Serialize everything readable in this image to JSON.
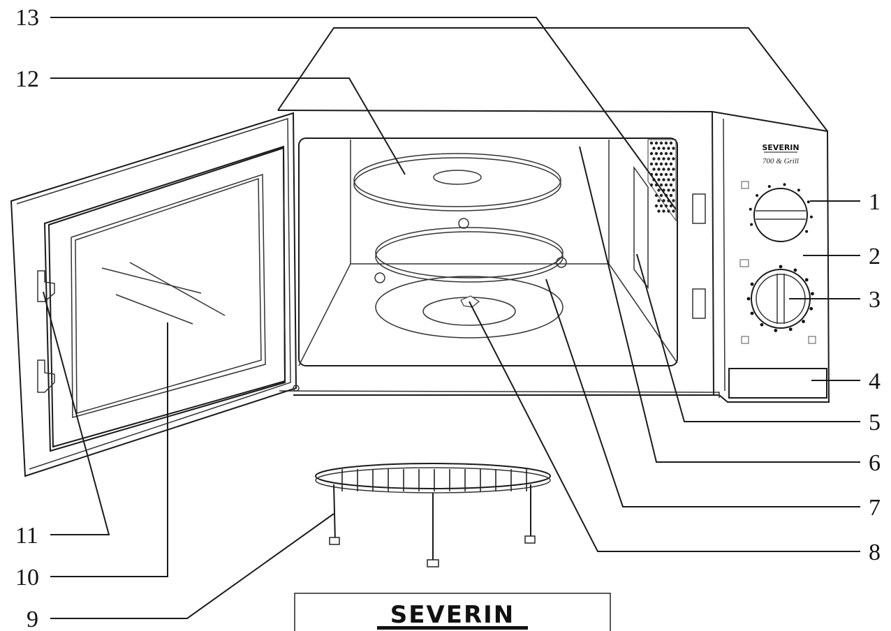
{
  "callouts": {
    "n1": "1",
    "n2": "2",
    "n3": "3",
    "n4": "4",
    "n5": "5",
    "n6": "6",
    "n7": "7",
    "n8": "8",
    "n9": "9",
    "n10": "10",
    "n11": "11",
    "n12": "12",
    "n13": "13"
  },
  "panel": {
    "brand": "SEVERIN",
    "model": "700 & Grill"
  },
  "nameplate": {
    "brand": "SEVERIN"
  }
}
